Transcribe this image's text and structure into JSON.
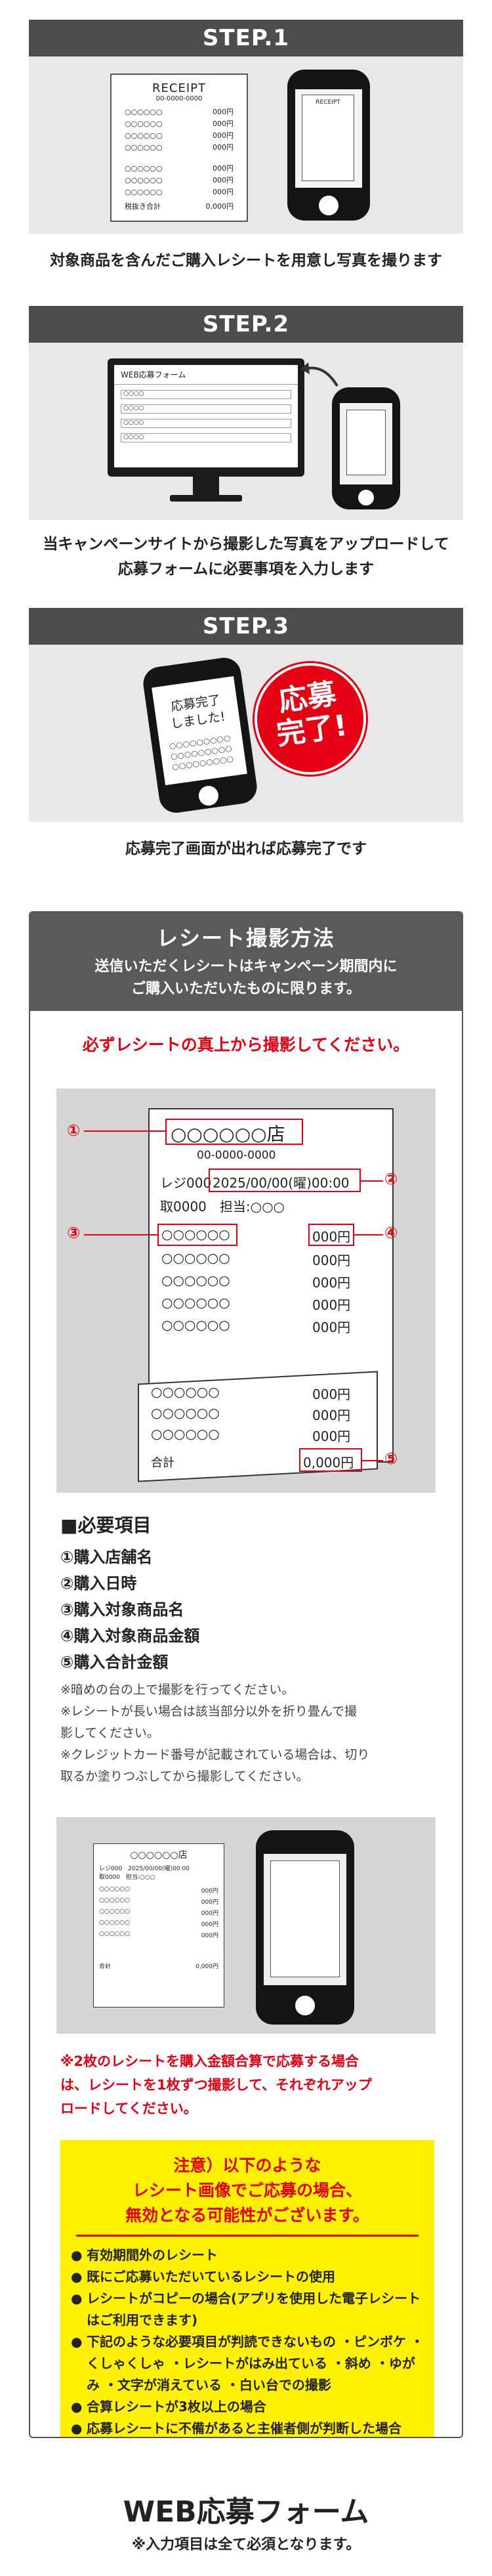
{
  "steps": [
    {
      "label": "STEP.1",
      "caption": "対象商品を含んだご購入レシートを用意し写真を撮ります"
    },
    {
      "label": "STEP.2",
      "caption_lines": [
        "当キャンペーンサイトから撮影した写真をアップロードして",
        "応募フォームに必要事項を入力します"
      ]
    },
    {
      "label": "STEP.3",
      "caption": "応募完了画面が出れば応募完了です"
    }
  ],
  "step1_receipt": {
    "title": "RECEIPT",
    "number": "00-0000-0000",
    "item": "○○○○○○",
    "price": "000円",
    "total_label": "税抜き合計",
    "total": "0,000円"
  },
  "step2_form": {
    "title": "WEB応募フォーム",
    "field": "○○○○"
  },
  "step3": {
    "phone_text_1": "応募完了",
    "phone_text_2": "しました!",
    "badge_1": "応募",
    "badge_2": "完了!"
  },
  "howto": {
    "title": "レシート撮影方法",
    "sub_lines": [
      "送信いただくレシートはキャンペーン期間内に",
      "ご購入いただいたものに限ります。"
    ],
    "red_title": "必ずレシートの真上から撮影してください。",
    "receipt": {
      "store": "○○○○○○店",
      "phone": "00-0000-0000",
      "register": "レジ000",
      "datetime": "2025/00/00(曜)00:00",
      "handle": "取0000　担当:○○○",
      "item": "○○○○○○",
      "price": "000円",
      "total_label": "合計",
      "total": "0,000円",
      "markers": [
        "①",
        "②",
        "③",
        "④",
        "⑤"
      ]
    },
    "req_title": "■必要項目",
    "req_items": [
      "①購入店舗名",
      "②購入日時",
      "③購入対象商品名",
      "④購入対象商品金額",
      "⑤購入合計金額"
    ],
    "notes": [
      "※暗めの台の上で撮影を行ってください。",
      "※レシートが長い場合は該当部分以外を折り畳んで撮",
      "影してください。",
      "※クレジットカード番号が記載されている場合は、切り",
      "取るか塗りつぶしてから撮影してください。"
    ],
    "small_receipt": {
      "store": "○○○○○○店",
      "datetime": "レジ000　2025/00/00(曜)00:00",
      "handle": "取0000　担当:○○○",
      "item": "○○○○○○",
      "price": "000円",
      "total_label": "合計",
      "total": "0,000円"
    },
    "warn_lines": [
      "※2枚のレシートを購入金額合算で応募する場合",
      "は、レシートを1枚ずつ撮影して、それぞれアップ",
      "ロードしてください。"
    ],
    "yellow_title_lines": [
      "注意）以下のような",
      "レシート画像でご応募の場合、",
      "無効となる可能性がございます。"
    ],
    "yellow_items": [
      "有効期間外のレシート",
      "既にご応募いただいているレシートの使用",
      "レシートがコピーの場合(アプリを使用した電子レシートはご利用できます)",
      "下記のような必要項目が判読できないもの ・ピンボケ ・くしゃくしゃ ・レシートがはみ出ている ・斜め ・ゆがみ ・文字が消えている ・白い台での撮影",
      "合算レシートが3枚以上の場合",
      "応募レシートに不備があると主催者側が判断した場合"
    ]
  },
  "form": {
    "title": "WEB応募フォーム",
    "sub": "※入力項目は全て必須となります。"
  },
  "colors": {
    "accent": "#e60012",
    "dark": "#4d4d4d",
    "yellow": "#fff200"
  }
}
